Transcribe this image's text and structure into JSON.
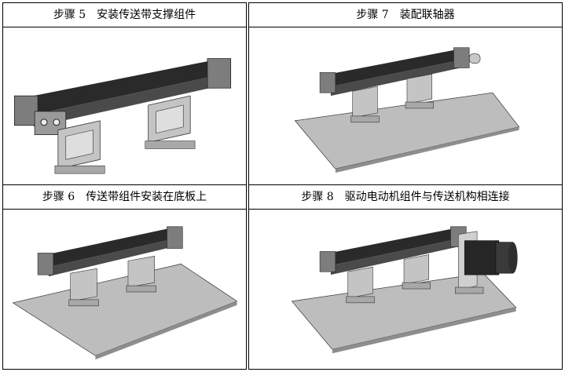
{
  "steps": [
    {
      "label": "步骤 5　安装传送带支撑组件"
    },
    {
      "label": "步骤 7　装配联轴器"
    },
    {
      "label": "步骤 6　传送带组件安装在底板上"
    },
    {
      "label": "步骤 8　驱动电动机组件与传送机构相连接"
    }
  ]
}
